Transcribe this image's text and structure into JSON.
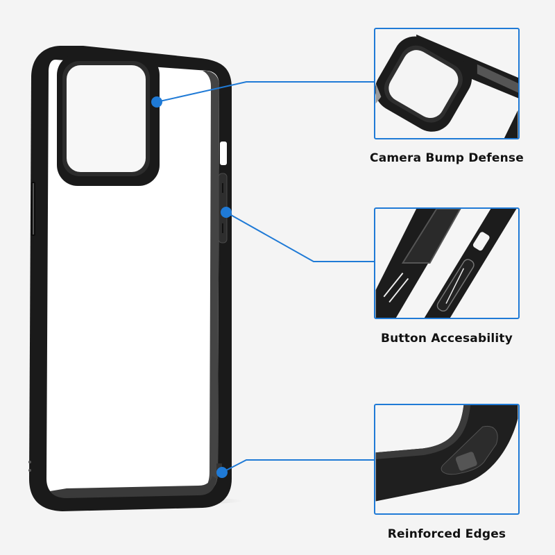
{
  "product": {
    "name": "clear-phone-case-black-bumper",
    "colors": {
      "background": "#f4f4f4",
      "accent": "#1f7ad6",
      "bumper": "#1a1a1a",
      "back_panel": "#ffffff"
    }
  },
  "callouts": [
    {
      "id": "camera",
      "caption": "Camera Bump Defense",
      "icon": "camera-bump-detail"
    },
    {
      "id": "buttons",
      "caption": "Button Accesability",
      "icon": "button-cutout-detail"
    },
    {
      "id": "edges",
      "caption": "Reinforced Edges",
      "icon": "reinforced-corner-detail"
    }
  ]
}
